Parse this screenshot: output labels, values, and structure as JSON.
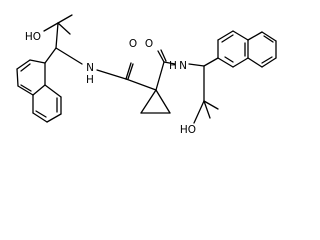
{
  "molecule": {
    "atom_labels": {
      "hydroxyl_left": "HO",
      "amide_nh_left": "N",
      "amide_h_left": "H",
      "carbonyl_o_left": "O",
      "carbonyl_o_right": "O",
      "amide_nh_right": "N",
      "amide_h_right": "H",
      "hydroxyl_right": "HO"
    }
  }
}
